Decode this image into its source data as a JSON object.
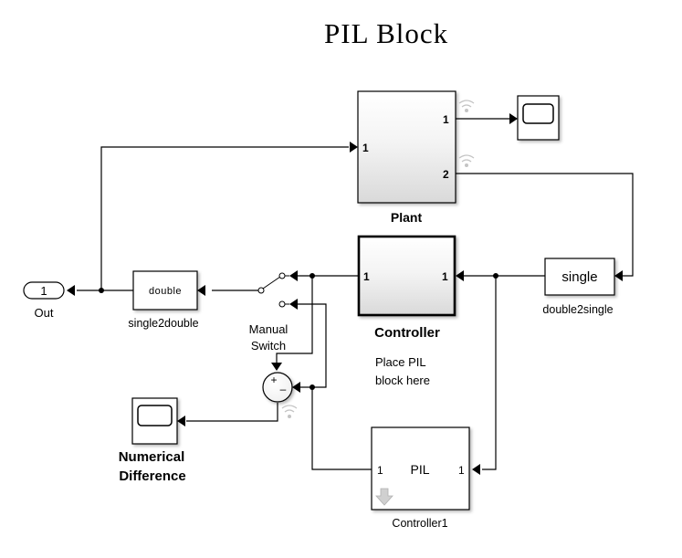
{
  "title": "PIL Block",
  "blocks": {
    "plant": {
      "name": "Plant",
      "in_ports": [
        "1"
      ],
      "out_ports": [
        "1",
        "2"
      ]
    },
    "controller": {
      "name": "Controller",
      "in_ports": [
        "1"
      ],
      "out_ports": [
        "1"
      ]
    },
    "controller1": {
      "name": "Controller1",
      "content": "PIL",
      "in_ports": [
        "1"
      ],
      "out_ports": [
        "1"
      ]
    },
    "double2single": {
      "name": "double2single",
      "content": "single"
    },
    "single2double": {
      "name": "single2double",
      "content": "double"
    },
    "outport": {
      "name": "Out",
      "number": "1"
    },
    "manual_switch": {
      "name_line1": "Manual",
      "name_line2": "Switch"
    },
    "sum": {
      "plus": "+",
      "minus": "–"
    },
    "scope_diff": {
      "name_line1": "Numerical",
      "name_line2": "Difference"
    }
  },
  "annotations": {
    "pil_note_line1": "Place PIL",
    "pil_note_line2": "block here"
  },
  "colors": {
    "line": "#000000",
    "signal_logging": "#c4c4c4",
    "block_gradient_top": "#ffffff",
    "block_gradient_bottom": "#dcdcdc"
  }
}
